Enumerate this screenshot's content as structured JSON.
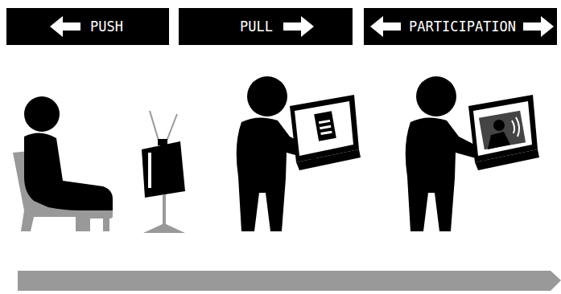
{
  "diagram": {
    "nodes": [
      {
        "text": [
          "PUSH"
        ]
      },
      {
        "text": [
          "PULL"
        ]
      },
      {
        "text": [
          "PARTICIPATION"
        ]
      }
    ]
  }
}
